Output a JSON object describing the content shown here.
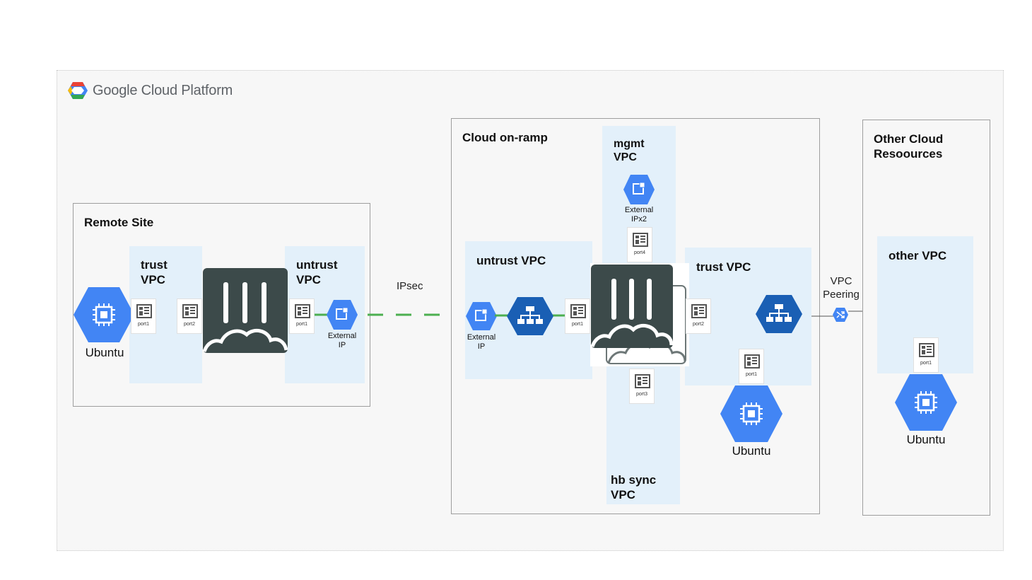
{
  "platform": {
    "logo_text": "Google Cloud Platform"
  },
  "remote_site": {
    "title": "Remote Site",
    "trust_vpc": "trust\nVPC",
    "untrust_vpc": "untrust\nVPC",
    "ubuntu_label": "Ubuntu",
    "port1_left": "port1",
    "port2": "port2",
    "port1_right": "port1",
    "external_ip": "External\nIP"
  },
  "ipsec_label": "IPsec",
  "cloud_onramp": {
    "title": "Cloud on-ramp",
    "mgmt_vpc": "mgmt\nVPC",
    "external_ipx2": "External\nIPx2",
    "port4": "port4",
    "untrust_vpc": "untrust VPC",
    "external_ip": "External\nIP",
    "port1": "port1",
    "trust_vpc": "trust VPC",
    "port2": "port2",
    "port3": "port3",
    "port1_ubuntu": "port1",
    "ubuntu_label": "Ubuntu",
    "hb_sync_vpc": "hb sync\nVPC"
  },
  "vpc_peering_label": "VPC\nPeering",
  "other_cloud": {
    "title": "Other Cloud\nResoources",
    "other_vpc": "other VPC",
    "port1": "port1",
    "ubuntu_label": "Ubuntu"
  },
  "colors": {
    "gcp_blue": "#4285f4",
    "lb_blue": "#1a5fb4",
    "fortigate_dark": "#3c4a4a",
    "vpc_fill": "#e3f0fa",
    "ipsec_green": "#4caf50"
  },
  "icons": [
    "google-cloud-logo-icon",
    "compute-engine-icon",
    "nic-icon",
    "fortigate-icon",
    "external-ip-icon",
    "load-balancer-icon",
    "vpc-peering-icon"
  ]
}
